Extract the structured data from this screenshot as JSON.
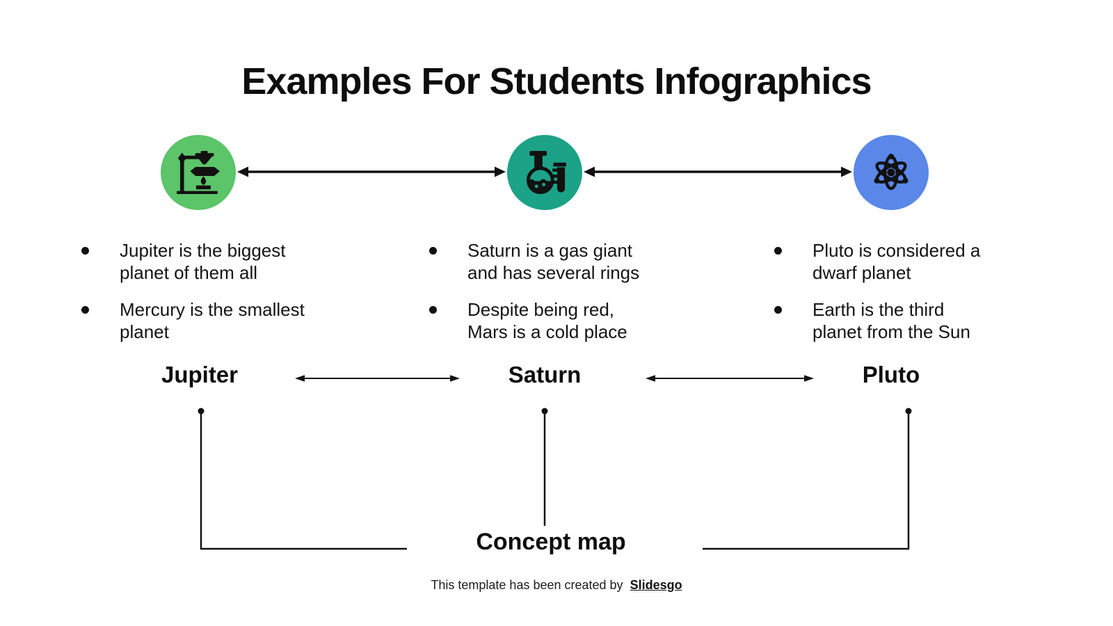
{
  "title": "Examples For Students Infographics",
  "columns": [
    {
      "label": "Jupiter",
      "icon": "lab-stand-icon",
      "circle_color": "#5CC469",
      "bullets": [
        "Jupiter is the biggest\nplanet of them all",
        "Mercury is the smallest\nplanet"
      ]
    },
    {
      "label": "Saturn",
      "icon": "chemistry-flask-icon",
      "circle_color": "#1CA287",
      "bullets": [
        "Saturn is a gas giant\nand has several rings",
        "Despite being red,\nMars is a cold place"
      ]
    },
    {
      "label": "Pluto",
      "icon": "atom-icon",
      "circle_color": "#5A87E8",
      "bullets": [
        "Pluto is considered a\ndwarf planet",
        "Earth is the third\nplanet from the Sun"
      ]
    }
  ],
  "concept_label": "Concept map",
  "footer": {
    "prefix": "This template has been created by",
    "brand": "Slidesgo"
  },
  "colors": {
    "ink": "#111111",
    "green": "#5CC469",
    "teal": "#1CA287",
    "blue": "#5A87E8"
  }
}
